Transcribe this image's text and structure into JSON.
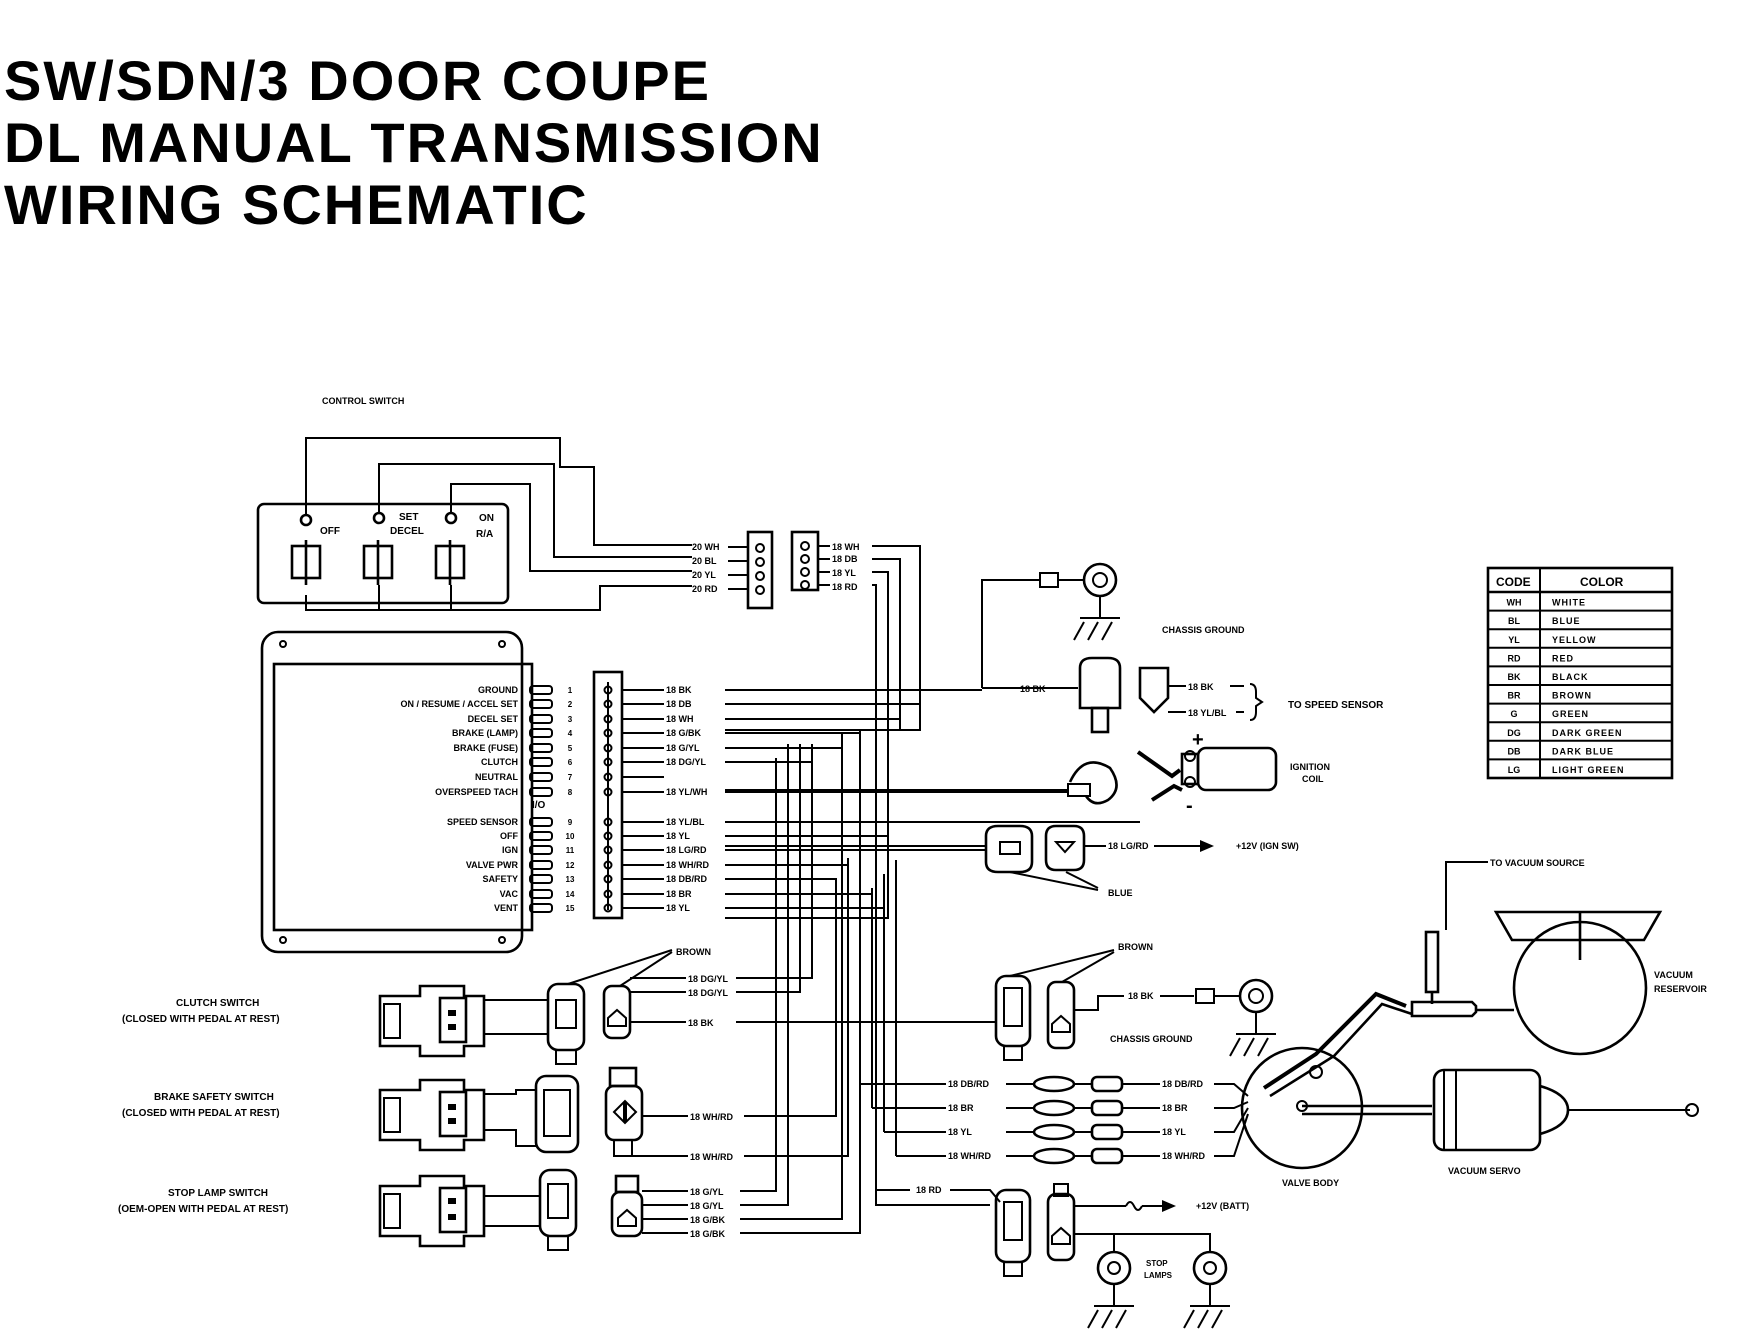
{
  "title": {
    "line1": "SW/SDN/3  DOOR  COUPE",
    "line2": "DL  MANUAL  TRANSMISSION",
    "line3": "WIRING SCHEMATIC"
  },
  "control_switch": {
    "label": "CONTROL SWITCH",
    "positions": [
      "OFF",
      "SET",
      "DECEL",
      "ON",
      "R/A"
    ]
  },
  "control_wires_left": [
    "20 WH",
    "20 BL",
    "20 YL",
    "20 RD"
  ],
  "control_wires_right": [
    "18 WH",
    "18 DB",
    "18 YL",
    "18 RD"
  ],
  "module_pins": [
    {
      "name": "GROUND",
      "num": "1",
      "wire": "18 BK"
    },
    {
      "name": "ON / RESUME / ACCEL SET",
      "num": "2",
      "wire": "18 DB"
    },
    {
      "name": "DECEL SET",
      "num": "3",
      "wire": "18 WH"
    },
    {
      "name": "BRAKE (LAMP)",
      "num": "4",
      "wire": "18 G/BK"
    },
    {
      "name": "BRAKE (FUSE)",
      "num": "5",
      "wire": "18 G/YL"
    },
    {
      "name": "CLUTCH",
      "num": "6",
      "wire": "18 DG/YL"
    },
    {
      "name": "NEUTRAL",
      "num": "7",
      "wire": ""
    },
    {
      "name": "OVERSPEED TACH",
      "num": "8",
      "wire": "18 YL/WH"
    },
    {
      "name": "SPEED SENSOR",
      "num": "9",
      "wire": "18 YL/BL"
    },
    {
      "name": "OFF",
      "num": "10",
      "wire": "18 YL"
    },
    {
      "name": "IGN",
      "num": "11",
      "wire": "18 LG/RD"
    },
    {
      "name": "VALVE PWR",
      "num": "12",
      "wire": "18 WH/RD"
    },
    {
      "name": "SAFETY",
      "num": "13",
      "wire": "18 DB/RD"
    },
    {
      "name": "VAC",
      "num": "14",
      "wire": "18 BR"
    },
    {
      "name": "VENT",
      "num": "15",
      "wire": "18 YL"
    }
  ],
  "io_marker": "I/O",
  "chassis_ground": "CHASSIS GROUND",
  "speed_sensor": {
    "label": "TO SPEED SENSOR",
    "in_wire": "18 BK",
    "wires": [
      "18 BK",
      "18 YL/BL"
    ]
  },
  "ignition_coil": {
    "label_line1": "IGNITION",
    "label_line2": "COIL",
    "plus": "+",
    "minus": "-"
  },
  "ign_sw": {
    "wire": "18 LG/RD",
    "dest": "+12V (IGN SW)",
    "connector": "BLUE"
  },
  "brown_label": "BROWN",
  "clutch_switch": {
    "label": "CLUTCH SWITCH",
    "note": "(CLOSED WITH PEDAL AT REST)",
    "wires": [
      "18 DG/YL",
      "18 DG/YL",
      "18 BK"
    ]
  },
  "right_ground_wire": "18 BK",
  "brake_switch": {
    "label": "BRAKE SAFETY SWITCH",
    "note": "(CLOSED WITH PEDAL AT REST)",
    "wires": [
      "18 WH/RD",
      "18 WH/RD"
    ]
  },
  "stop_lamp_switch": {
    "label": "STOP LAMP SWITCH",
    "note": "(OEM-OPEN WITH PEDAL AT REST)",
    "wires": [
      "18 G/YL",
      "18 G/YL",
      "18 G/BK",
      "18 G/BK"
    ]
  },
  "valve_wires_left": [
    "18 DB/RD",
    "18 BR",
    "18 YL",
    "18 WH/RD"
  ],
  "valve_wires_right": [
    "18 DB/RD",
    "18 BR",
    "18 YL",
    "18 WH/RD"
  ],
  "batt": {
    "wire": "18 RD",
    "dest": "+12V (BATT)"
  },
  "stop_lamps": {
    "line1": "STOP",
    "line2": "LAMPS"
  },
  "vacuum": {
    "source": "TO VACUUM SOURCE",
    "reservoir_line1": "VACUUM",
    "reservoir_line2": "RESERVOIR",
    "servo": "VACUUM SERVO",
    "valve_body": "VALVE BODY"
  },
  "legend": {
    "headers": [
      "CODE",
      "COLOR"
    ],
    "rows": [
      [
        "WH",
        "WHITE"
      ],
      [
        "BL",
        "BLUE"
      ],
      [
        "YL",
        "YELLOW"
      ],
      [
        "RD",
        "RED"
      ],
      [
        "BK",
        "BLACK"
      ],
      [
        "BR",
        "BROWN"
      ],
      [
        "G",
        "GREEN"
      ],
      [
        "DG",
        "DARK GREEN"
      ],
      [
        "DB",
        "DARK BLUE"
      ],
      [
        "LG",
        "LIGHT GREEN"
      ]
    ]
  }
}
